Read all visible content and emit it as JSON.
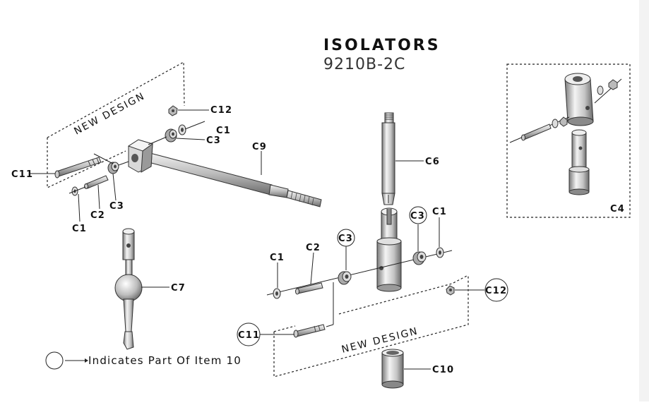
{
  "title": "ISOLATORS",
  "subtitle": "9210B-2C",
  "legend": {
    "text": "Indicates Part Of Item 10"
  },
  "new_design_left": "NEW DESIGN",
  "new_design_right": "NEW DESIGN",
  "labels": {
    "c12_left": "C12",
    "c1_top": "C1",
    "c3_top": "C3",
    "c9": "C9",
    "c11_left": "C11",
    "c2_left": "C2",
    "c3_left": "C3",
    "c1_left": "C1",
    "c7": "C7",
    "c6": "C6",
    "c3_right_circled": "C3",
    "c1_right": "C1",
    "c3_mid_circled": "C3",
    "c1_mid": "C1",
    "c2_mid": "C2",
    "c12_right_circled": "C12",
    "c11_right_circled": "C11",
    "c10": "C10",
    "c4": "C4"
  },
  "colors": {
    "metal_light": "#f2f2f2",
    "metal_mid": "#b8b8b8",
    "metal_dark": "#6e6e6e",
    "line": "#222222"
  }
}
